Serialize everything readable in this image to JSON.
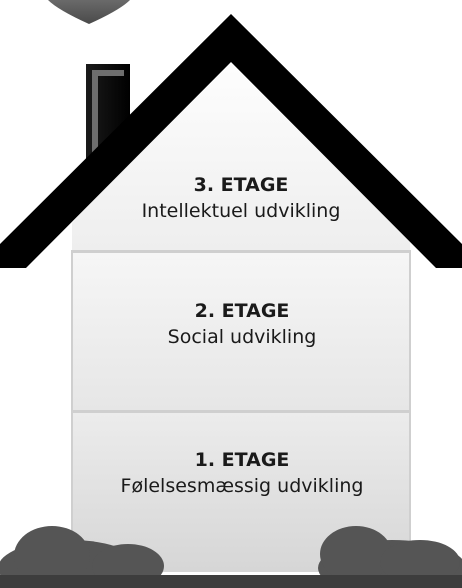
{
  "floors": [
    {
      "title": "3. ETAGE",
      "subtitle": "Intellektuel udvikling"
    },
    {
      "title": "2. ETAGE",
      "subtitle": "Social udvikling"
    },
    {
      "title": "1. ETAGE",
      "subtitle": "Følelsesmæssig udvikling"
    }
  ],
  "colors": {
    "roof": "#000000",
    "wall_top": "#f2f2f2",
    "wall_bottom": "#dcdcdc",
    "cloud": "#555555",
    "ground": "#3d3d3d"
  }
}
